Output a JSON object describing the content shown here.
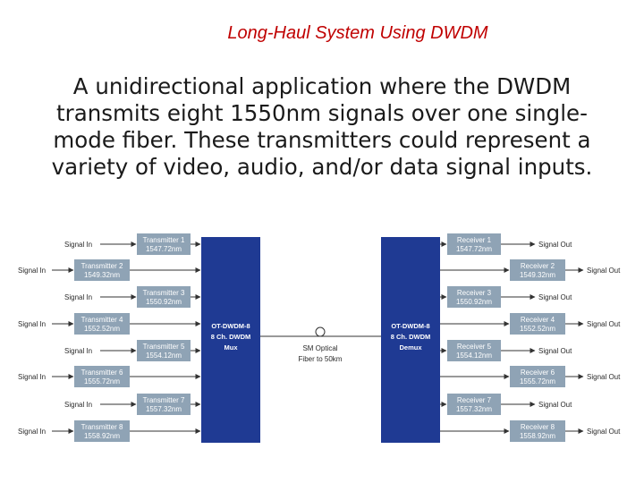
{
  "title": "Long-Haul System Using DWDM",
  "body": "A unidirectional application where the DWDM transmits eight 1550nm signals over one single-mode fiber. These transmitters could represent a variety of video, audio, and/or data signal inputs.",
  "colors": {
    "title": "#c00000",
    "unit_fill": "#1f3a93",
    "box_fill": "#8fa3b5",
    "line": "#333333"
  },
  "signal_in_label": "Signal In",
  "signal_out_label": "Signal Out",
  "transmitters": [
    {
      "name": "Transmitter 1",
      "wavelength": "1547.72nm"
    },
    {
      "name": "Transmitter 2",
      "wavelength": "1549.32nm"
    },
    {
      "name": "Transmitter 3",
      "wavelength": "1550.92nm"
    },
    {
      "name": "Transmitter 4",
      "wavelength": "1552.52nm"
    },
    {
      "name": "Transmitter 5",
      "wavelength": "1554.12nm"
    },
    {
      "name": "Transmitter 6",
      "wavelength": "1555.72nm"
    },
    {
      "name": "Transmitter 7",
      "wavelength": "1557.32nm"
    },
    {
      "name": "Transmitter 8",
      "wavelength": "1558.92nm"
    }
  ],
  "receivers": [
    {
      "name": "Receiver 1",
      "wavelength": "1547.72nm"
    },
    {
      "name": "Receiver 2",
      "wavelength": "1549.32nm"
    },
    {
      "name": "Receiver 3",
      "wavelength": "1550.92nm"
    },
    {
      "name": "Receiver 4",
      "wavelength": "1552.52nm"
    },
    {
      "name": "Receiver 5",
      "wavelength": "1554.12nm"
    },
    {
      "name": "Receiver 6",
      "wavelength": "1555.72nm"
    },
    {
      "name": "Receiver 7",
      "wavelength": "1557.32nm"
    },
    {
      "name": "Receiver 8",
      "wavelength": "1558.92nm"
    }
  ],
  "mux": {
    "lines": [
      "OT-DWDM-8",
      "8 Ch. DWDM",
      "Mux"
    ]
  },
  "demux": {
    "lines": [
      "OT-DWDM-8",
      "8 Ch. DWDM",
      "Demux"
    ]
  },
  "fiber": {
    "lines": [
      "SM Optical",
      "Fiber to 50km"
    ]
  }
}
